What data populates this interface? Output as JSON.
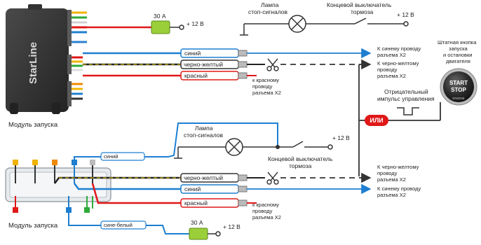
{
  "top_module": {
    "brand": "StarLine",
    "caption": "Модуль запуска"
  },
  "bottom_module": {
    "caption": "Модуль запуска"
  },
  "fuse_top": {
    "rating": "30 А",
    "supply": "+ 12 В"
  },
  "fuse_bottom": {
    "rating": "30 А",
    "supply": "+ 12 В"
  },
  "brake_top": {
    "lamp_label": [
      "Лампа",
      "стоп-сигналов"
    ],
    "switch_label": [
      "Концевой выключатель",
      "тормоза"
    ],
    "supply": "+ 12 В"
  },
  "brake_bottom": {
    "lamp_label": [
      "Лампа",
      "стоп-сигналов"
    ],
    "switch_label": [
      "Концевой выключатель",
      "тормоза"
    ],
    "supply": "+ 12 В"
  },
  "top_wires": {
    "blue": "синий",
    "black_yellow": "черно-желтый",
    "red": "красный",
    "red_note": [
      "к красному",
      "проводу",
      "разъема X2"
    ],
    "blue_dest": [
      "К синему проводу",
      "разъема X2"
    ],
    "by_dest": [
      "К черно-желтому",
      "проводу",
      "разъема X2"
    ]
  },
  "bottom_wires": {
    "blue_thin": "синий",
    "black_yellow": "черно-желтый",
    "blue": "синий",
    "red": "красный",
    "red_note": [
      "к красному",
      "проводу",
      "разъема X2"
    ],
    "blue_white": "сине-белый",
    "by_dest": [
      "К черно-желтому",
      "проводу",
      "разъема X2"
    ],
    "blue_dest": [
      "К синему проводу",
      "разъема X2"
    ]
  },
  "or_label": "ИЛИ",
  "pulse_label": [
    "Отрицательный",
    "импульс управления"
  ],
  "engine_button": {
    "title": [
      "Штатная кнопка",
      "запуска",
      "и остановки",
      "двигателя"
    ],
    "face": [
      "START",
      "STOP"
    ],
    "ring": "ENGINE"
  }
}
